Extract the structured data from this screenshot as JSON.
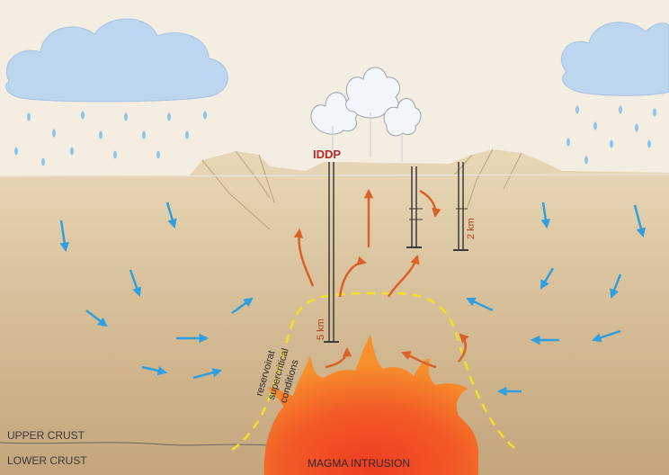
{
  "labels": {
    "iddp": "IDDP",
    "depth_2km": "2 km",
    "depth_5km": "5 km",
    "reservoir_line1": "reservoirat",
    "reservoir_line2": "supercritical",
    "reservoir_line3": "conditions",
    "upper_crust": "UPPER CRUST",
    "lower_crust": "LOWER CRUST",
    "magma": "MAGMA INTRUSION"
  },
  "colors": {
    "sky": "#f4ede1",
    "ground_top": "#e6d5b4",
    "ground_bottom": "#c5a981",
    "cloud": "#bcd6f0",
    "rain": "#8fc3ec",
    "recharge_arrow": "#2e9fe0",
    "upflow_arrow": "#d8622a",
    "reservoir_boundary": "#f2e12a",
    "magma_outer": "#f47a2a",
    "magma_inner": "#f04526",
    "iddp_label": "#b22a2a",
    "well": "#3c3c3c"
  },
  "icons": [
    "cloud-icon",
    "raindrop-icon",
    "steam-plume-icon",
    "well-icon",
    "arrow-icon"
  ]
}
